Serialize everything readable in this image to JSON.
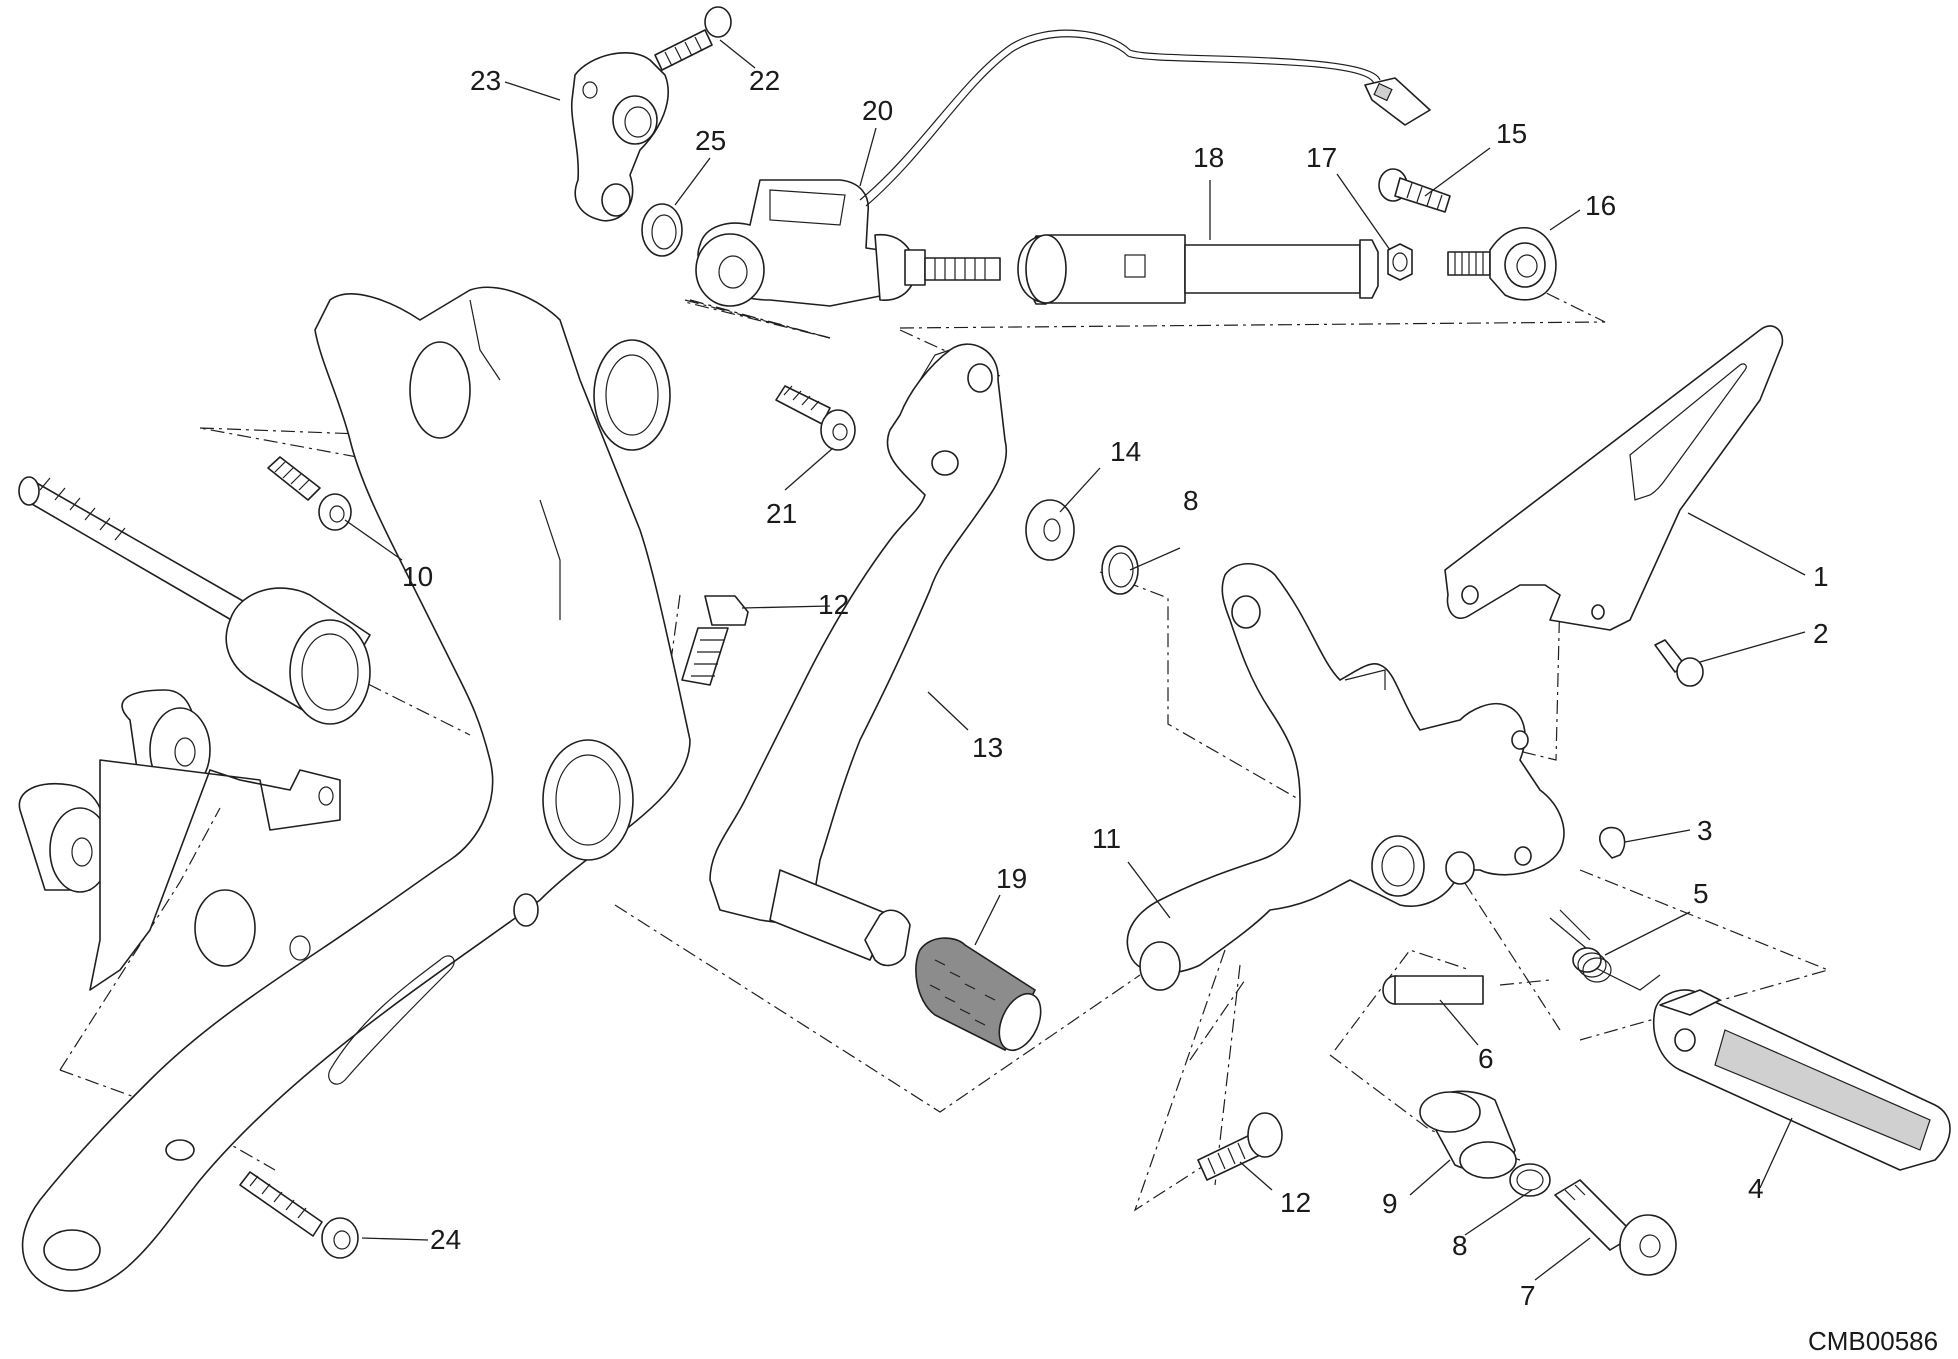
{
  "drawing_code": "CMB00586",
  "callouts": [
    {
      "id": "c1",
      "label": "1"
    },
    {
      "id": "c2",
      "label": "2"
    },
    {
      "id": "c3",
      "label": "3"
    },
    {
      "id": "c4",
      "label": "4"
    },
    {
      "id": "c5",
      "label": "5"
    },
    {
      "id": "c6",
      "label": "6"
    },
    {
      "id": "c7",
      "label": "7"
    },
    {
      "id": "c8a",
      "label": "8"
    },
    {
      "id": "c8b",
      "label": "8"
    },
    {
      "id": "c9",
      "label": "9"
    },
    {
      "id": "c10",
      "label": "10"
    },
    {
      "id": "c11",
      "label": "11"
    },
    {
      "id": "c12a",
      "label": "12"
    },
    {
      "id": "c12b",
      "label": "12"
    },
    {
      "id": "c13",
      "label": "13"
    },
    {
      "id": "c14",
      "label": "14"
    },
    {
      "id": "c15",
      "label": "15"
    },
    {
      "id": "c16",
      "label": "16"
    },
    {
      "id": "c17",
      "label": "17"
    },
    {
      "id": "c18",
      "label": "18"
    },
    {
      "id": "c19",
      "label": "19"
    },
    {
      "id": "c20",
      "label": "20"
    },
    {
      "id": "c21",
      "label": "21"
    },
    {
      "id": "c22",
      "label": "22"
    },
    {
      "id": "c23",
      "label": "23"
    },
    {
      "id": "c24",
      "label": "24"
    },
    {
      "id": "c25",
      "label": "25"
    }
  ]
}
